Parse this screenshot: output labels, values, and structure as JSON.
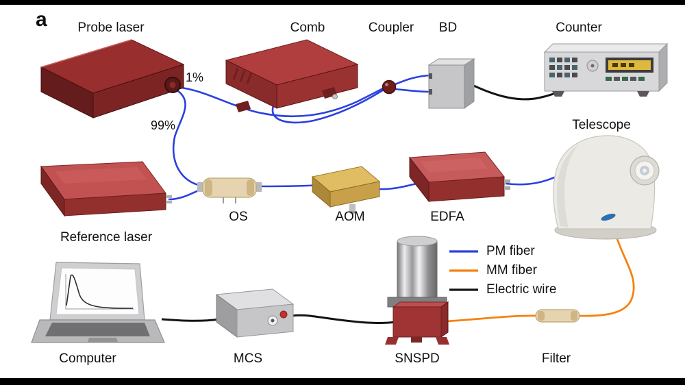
{
  "figure": {
    "panel_label": "a",
    "labels": {
      "probe_laser": "Probe laser",
      "comb": "Comb",
      "coupler": "Coupler",
      "bd": "BD",
      "counter": "Counter",
      "telescope": "Telescope",
      "reference_laser": "Reference laser",
      "os": "OS",
      "aom": "AOM",
      "edfa": "EDFA",
      "computer": "Computer",
      "mcs": "MCS",
      "snspd": "SNSPD",
      "filter": "Filter"
    },
    "split_ratios": {
      "coupler_tap": "1%",
      "coupler_through": "99%"
    },
    "legend": [
      {
        "label": "PM fiber",
        "color": "#2b40e0"
      },
      {
        "label": "MM fiber",
        "color": "#f5820d"
      },
      {
        "label": "Electric wire",
        "color": "#141414"
      }
    ],
    "colors": {
      "pm_fiber": "#2b40e0",
      "mm_fiber": "#f5820d",
      "electric_wire": "#141414"
    }
  }
}
